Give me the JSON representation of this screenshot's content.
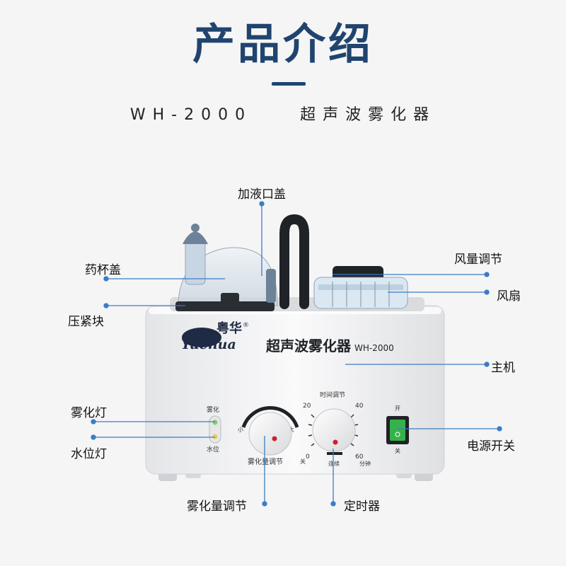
{
  "header": {
    "title": "产品介绍",
    "subtitle": "WH-2000    超声波雾化器"
  },
  "device": {
    "brand_logo_text": "Yuenua",
    "brand_chinese": "粤华",
    "registered_mark": "®",
    "panel_name": "超声波雾化器",
    "panel_model": "WH-2000",
    "timer_title": "时间调节",
    "timer_marks": [
      "20",
      "40",
      "0",
      "60"
    ],
    "timer_off": "关",
    "timer_continuous": "连续",
    "timer_unit": "分钟",
    "mist_knob_label": "雾化量调节",
    "mist_small": "小",
    "mist_large": "大",
    "indicator_mist": "雾化",
    "indicator_water": "水位",
    "switch_on": "开",
    "switch_off": "关"
  },
  "callouts": {
    "fill_cap": "加液口盖",
    "cup_lid": "药杯盖",
    "clamp_block": "压紧块",
    "airflow_adjust": "风量调节",
    "fan": "风扇",
    "main_unit": "主机",
    "mist_light": "雾化灯",
    "water_light": "水位灯",
    "power_switch": "电源开关",
    "mist_adjust": "雾化量调节",
    "timer": "定时器"
  },
  "colors": {
    "title": "#20446e",
    "callout_line": "#3b7cc4",
    "switch_green": "#36b24a",
    "knob_red": "#d01f2a"
  }
}
